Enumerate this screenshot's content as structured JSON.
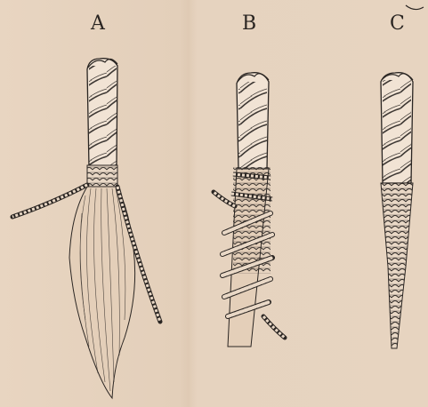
{
  "figures": [
    {
      "label": "A"
    },
    {
      "label": "B"
    },
    {
      "label": "C"
    }
  ],
  "colors": {
    "paper": "#e6d2bd",
    "ink": "#2a2522"
  }
}
